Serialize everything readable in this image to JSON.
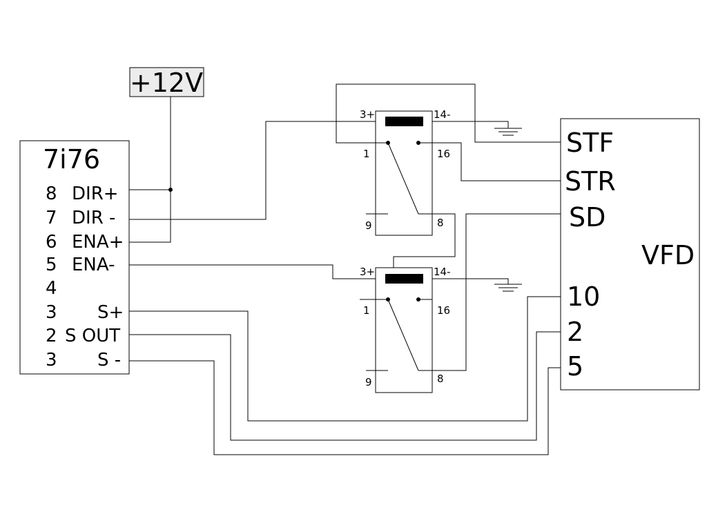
{
  "supply": {
    "label": "+12V"
  },
  "controller": {
    "title": "7i76",
    "pins": [
      {
        "num": "8",
        "name": "DIR+"
      },
      {
        "num": "7",
        "name": "DIR -"
      },
      {
        "num": "6",
        "name": "ENA+"
      },
      {
        "num": "5",
        "name": "ENA-"
      },
      {
        "num": "4",
        "name": ""
      },
      {
        "num": "3",
        "name": "S+"
      },
      {
        "num": "2",
        "name": "S OUT"
      },
      {
        "num": "3",
        "name": "S -"
      }
    ]
  },
  "relay_top": {
    "pins": {
      "coil_pos": "3+",
      "coil_neg": "14-",
      "common": "1",
      "nc": "16",
      "no_left": "9",
      "no_right": "8"
    }
  },
  "relay_bottom": {
    "pins": {
      "coil_pos": "3+",
      "coil_neg": "14-",
      "common": "1",
      "nc": "16",
      "no_left": "9",
      "no_right": "8"
    }
  },
  "vfd": {
    "title": "VFD",
    "terminals": {
      "stf": "STF",
      "str": "STR",
      "sd": "SD",
      "t10": "10",
      "t2": "2",
      "t5": "5"
    }
  }
}
